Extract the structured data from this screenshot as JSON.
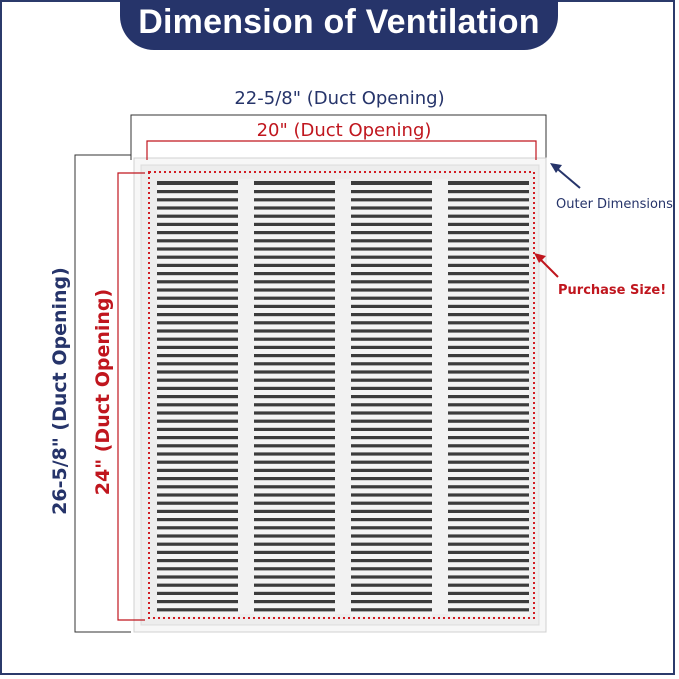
{
  "title": "Dimension of Ventilation",
  "dimensions": {
    "outer_width": "22-5/8\" (Duct Opening)",
    "inner_width": "20\" (Duct Opening)",
    "outer_height": "26-5/8\" (Duct Opening)",
    "inner_height": "24\" (Duct Opening)"
  },
  "callouts": {
    "outer": "Outer Dimensions",
    "purchase": "Purchase Size!"
  },
  "colors": {
    "navy": "#26346a",
    "red": "#c0161e"
  },
  "grille": {
    "columns": 4
  }
}
